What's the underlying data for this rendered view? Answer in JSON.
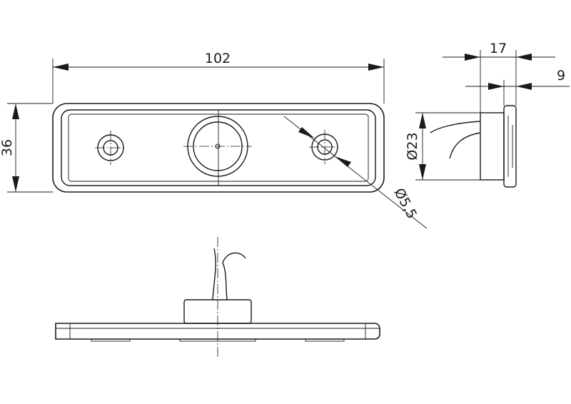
{
  "dimensions": {
    "length": "102",
    "height": "36",
    "depth": "17",
    "lens_depth": "9",
    "lens_diameter": "Ø23",
    "hole_diameter": "Ø5,5"
  }
}
